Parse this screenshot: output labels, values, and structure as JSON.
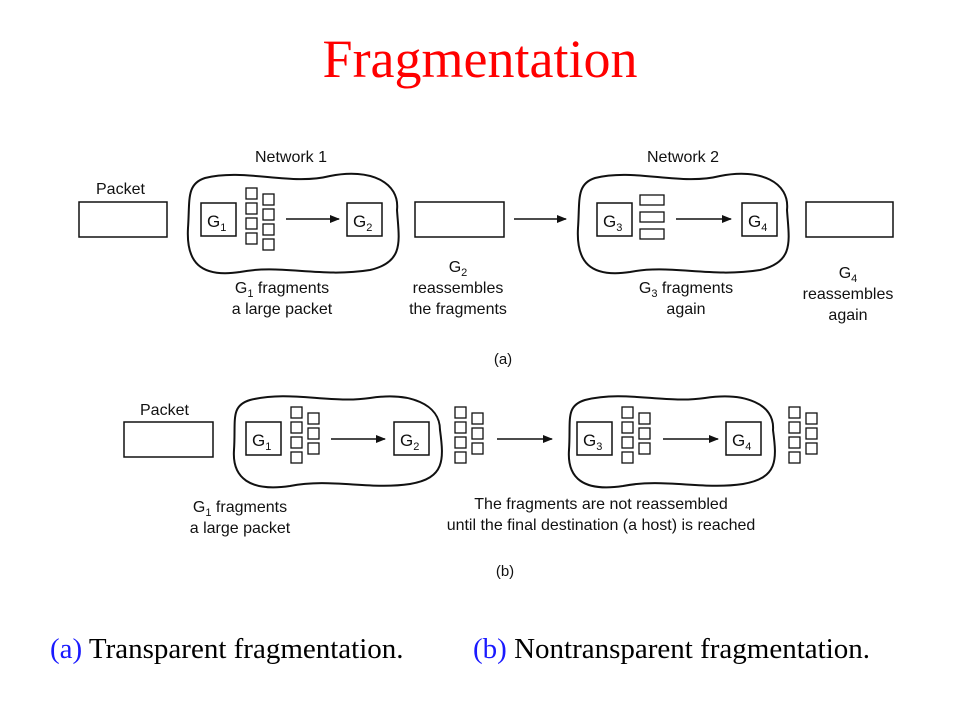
{
  "title": "Fragmentation",
  "part_a": {
    "network1_label": "Network 1",
    "network2_label": "Network 2",
    "packet_label": "Packet",
    "g1": {
      "letter": "G",
      "sub": "1"
    },
    "g2": {
      "letter": "G",
      "sub": "2"
    },
    "g3": {
      "letter": "G",
      "sub": "3"
    },
    "g4": {
      "letter": "G",
      "sub": "4"
    },
    "note_g1": {
      "line1_rest": " fragments",
      "line2": "a large packet"
    },
    "note_g2": {
      "line2": "reassembles",
      "line3": "the fragments"
    },
    "note_g3": {
      "line1_rest": " fragments",
      "line2": "again"
    },
    "note_g4": {
      "line2": "reassembles",
      "line3": "again"
    },
    "sublabel": "(a)"
  },
  "part_b": {
    "packet_label": "Packet",
    "note_g1": {
      "line1_rest": " fragments",
      "line2": "a large packet"
    },
    "note_final": {
      "line1": "The fragments are not reassembled",
      "line2": "until the final destination (a host) is reached"
    },
    "sublabel": "(b)"
  },
  "captions": {
    "a_tag": "(a)",
    "a_text": "Transparent  fragmentation.",
    "b_tag": "(b)",
    "b_text": "Nontransparent  fragmentation."
  },
  "colors": {
    "title": "#ff0000",
    "caption_tag": "#1a1aff"
  }
}
